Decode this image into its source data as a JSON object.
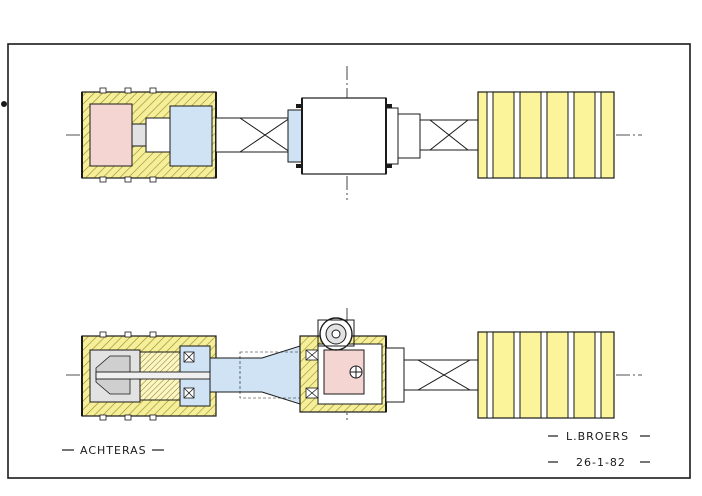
{
  "drawing": {
    "title_label": "ACHTERAS",
    "author": "L.BROERS",
    "date": "26-1-82"
  },
  "colors": {
    "paper": "#ffffff",
    "ink": "#1a1a1a",
    "hatch_fill": "#f5ee9a",
    "hatch_line": "#9a8c1e",
    "yellow_part": "#fbf49a",
    "pink_part": "#f4d5d2",
    "blue_part": "#cfe3f4",
    "grey_part": "#e2e2e2"
  }
}
